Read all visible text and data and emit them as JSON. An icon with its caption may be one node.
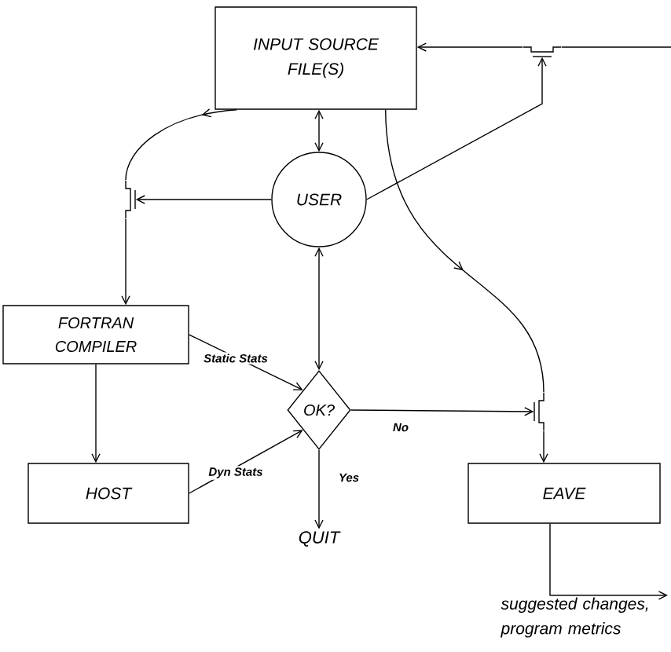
{
  "diagram": {
    "nodes": [
      {
        "text": [
          "INPUT SOURCE FILE(S)"
        ]
      },
      {
        "text": [
          "USER"
        ]
      },
      {
        "text": [
          "FORTRAN COMPILER"
        ]
      },
      {
        "text": [
          "OK?"
        ]
      },
      {
        "text": [
          "HOST"
        ]
      },
      {
        "text": [
          "EAVE"
        ]
      },
      {
        "text": [
          "QUIT"
        ]
      },
      {
        "text": [],
        "shape": "switch"
      },
      {
        "text": [],
        "shape": "switch"
      },
      {
        "text": [],
        "shape": "switch"
      },
      {
        "text": [
          "suggested changes, program metrics"
        ]
      }
    ],
    "edges": [
      {
        "from": 0,
        "to": 1,
        "arrow": "both"
      },
      {
        "from": 0,
        "to": 7,
        "arrow": "to"
      },
      {
        "from": 1,
        "to": 7,
        "arrow": "to"
      },
      {
        "from": 7,
        "to": 2,
        "arrow": "to"
      },
      {
        "from": 1,
        "to": 8,
        "arrow": "to"
      },
      {
        "from": null,
        "to": 8,
        "arrow": "none"
      },
      {
        "from": 8,
        "to": 0,
        "arrow": "to"
      },
      {
        "from": 0,
        "to": 9,
        "arrow": "to"
      },
      {
        "from": 1,
        "to": 3,
        "arrow": "both"
      },
      {
        "from": 2,
        "to": 3,
        "label": "Static Stats",
        "arrow": "to"
      },
      {
        "from": 2,
        "to": 4,
        "arrow": "to"
      },
      {
        "from": 4,
        "to": 3,
        "label": "Dyn Stats",
        "arrow": "to"
      },
      {
        "from": 3,
        "to": 9,
        "label": "No",
        "arrow": "to"
      },
      {
        "from": 3,
        "to": 6,
        "label": "Yes",
        "arrow": "to"
      },
      {
        "from": 9,
        "to": 5,
        "arrow": "to"
      },
      {
        "from": 5,
        "to": 10,
        "arrow": "to"
      }
    ]
  }
}
